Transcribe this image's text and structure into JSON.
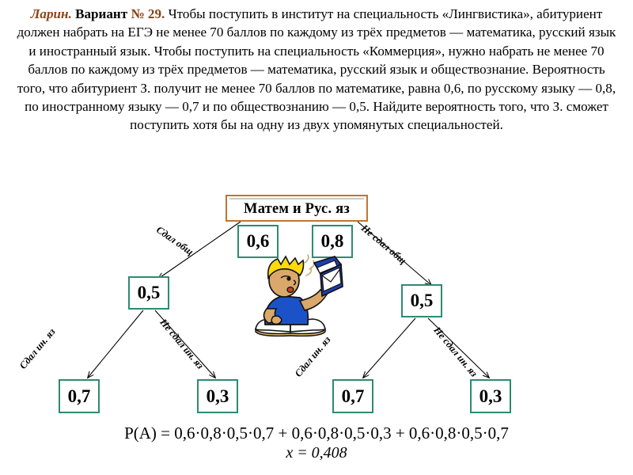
{
  "problem": {
    "author": "Ларин.",
    "variant_label": "Вариант",
    "variant_number": "№ 29.",
    "body": "Чтобы поступить в институт на специальность «Лингвистика», абитуриент должен набрать на ЕГЭ не менее 70 баллов по каждому из трёх предметов — математика, русский язык и иностранный язык. Чтобы поступить на специальность «Коммерция», нужно набрать не менее 70 баллов по каждому из трёх предметов — математика, русский язык и обществознание. Вероятность того, что абитуриент З. получит не менее 70 баллов по математике, равна 0,6, по русскому языку — 0,8, по иностранному языку — 0,7 и по обществознанию — 0,5. Найдите вероятность того, что З. сможет поступить хотя бы на одну из двух упомянутых специальностей."
  },
  "diagram": {
    "root": {
      "label": "Матем и Рус. яз"
    },
    "root_values": [
      {
        "value": "0,6"
      },
      {
        "value": "0,8"
      }
    ],
    "level2": [
      {
        "value": "0,5"
      },
      {
        "value": "0,5"
      }
    ],
    "level3": [
      {
        "value": "0,7"
      },
      {
        "value": "0,3"
      },
      {
        "value": "0,7"
      },
      {
        "value": "0,3"
      }
    ],
    "edge_labels": {
      "left_top": "Сдал общ",
      "right_top": "Не сдал общ",
      "left_branch_yes": "Сдал ин. яз",
      "left_branch_no": "Не сдал ин. яз",
      "right_branch_yes": "Сдал ин. яз",
      "right_branch_no": "Не сдал ин. яз"
    },
    "illustration": "student-reading-book-icon",
    "colors": {
      "root_border": "#C0762F",
      "value_border": "#2E8B70",
      "accent_text": "#8B4416"
    }
  },
  "formula": {
    "main": "P(A) = 0,6·0,8·0,5·0,7 + 0,6·0,8·0,5·0,3 + 0,6·0,8·0,5·0,7",
    "terms": [
      "0,6·0,8·0,5·0,7",
      "0,6·0,8·0,5·0,3",
      "0,6·0,8·0,5·0,7"
    ],
    "lhs": "P(A)",
    "result_var": "x",
    "result_value": "0,408",
    "result": "x = 0,408"
  }
}
